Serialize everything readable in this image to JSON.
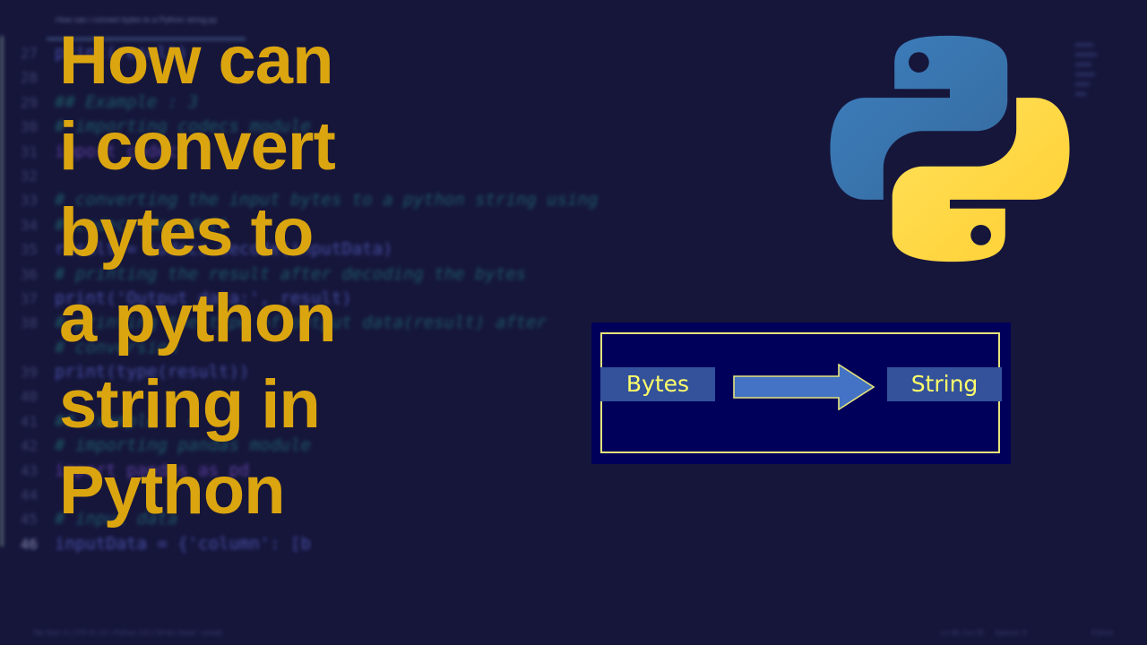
{
  "editor": {
    "tab_title": "How can i convert bytes to a Python string.py",
    "lines": [
      {
        "num": "27",
        "text": "print(result)",
        "type": "code"
      },
      {
        "num": "28",
        "text": "",
        "type": "code"
      },
      {
        "num": "29",
        "text": "## Example : 3",
        "type": "comment"
      },
      {
        "num": "30",
        "text": "# importing codecs module",
        "type": "comment"
      },
      {
        "num": "31",
        "text": "import codecs",
        "type": "kw"
      },
      {
        "num": "32",
        "text": "",
        "type": "code"
      },
      {
        "num": "33",
        "text": "# converting the input bytes to a python string using",
        "type": "comment"
      },
      {
        "num": "34",
        "text": "# codecs.decode()",
        "type": "comment"
      },
      {
        "num": "35",
        "text": "result = codecs.decode(inputData)",
        "type": "code"
      },
      {
        "num": "36",
        "text": "# printing the result after decoding the bytes",
        "type": "comment"
      },
      {
        "num": "37",
        "text": "print('Output data:', result)",
        "type": "code"
      },
      {
        "num": "38",
        "text": "# printing the type of output data(result) after",
        "type": "comment"
      },
      {
        "num": "",
        "text": "# conversion",
        "type": "comment"
      },
      {
        "num": "39",
        "text": "print(type(result))",
        "type": "code"
      },
      {
        "num": "40",
        "text": "",
        "type": "code"
      },
      {
        "num": "41",
        "text": "## Example : 4",
        "type": "comment"
      },
      {
        "num": "42",
        "text": "# importing pandas module",
        "type": "comment"
      },
      {
        "num": "43",
        "text": "import pandas as pd",
        "type": "kw"
      },
      {
        "num": "44",
        "text": "",
        "type": "code"
      },
      {
        "num": "45",
        "text": "# input data",
        "type": "comment"
      },
      {
        "num": "46",
        "text": "inputData = {'column': [b",
        "type": "code",
        "active": true
      }
    ],
    "status": {
      "left": "Tab Size: 4 | UTF-8 | LF | Python 3.9.1 64-bit ('base': conda)",
      "r1": "Ln 46, Col 28",
      "r2": "Spaces: 4",
      "r3": "Python"
    }
  },
  "title": {
    "lines": [
      "How can",
      "i convert",
      "bytes to",
      "a python",
      "string in",
      "Python"
    ],
    "color": "#dba510"
  },
  "logo": {
    "name": "python-logo",
    "blue": "#3a78b0",
    "yellow": "#ffd640"
  },
  "diagram": {
    "source_label": "Bytes",
    "target_label": "String",
    "background": "#00005a",
    "node_color": "#33529b",
    "text_color": "#ffff6a"
  }
}
